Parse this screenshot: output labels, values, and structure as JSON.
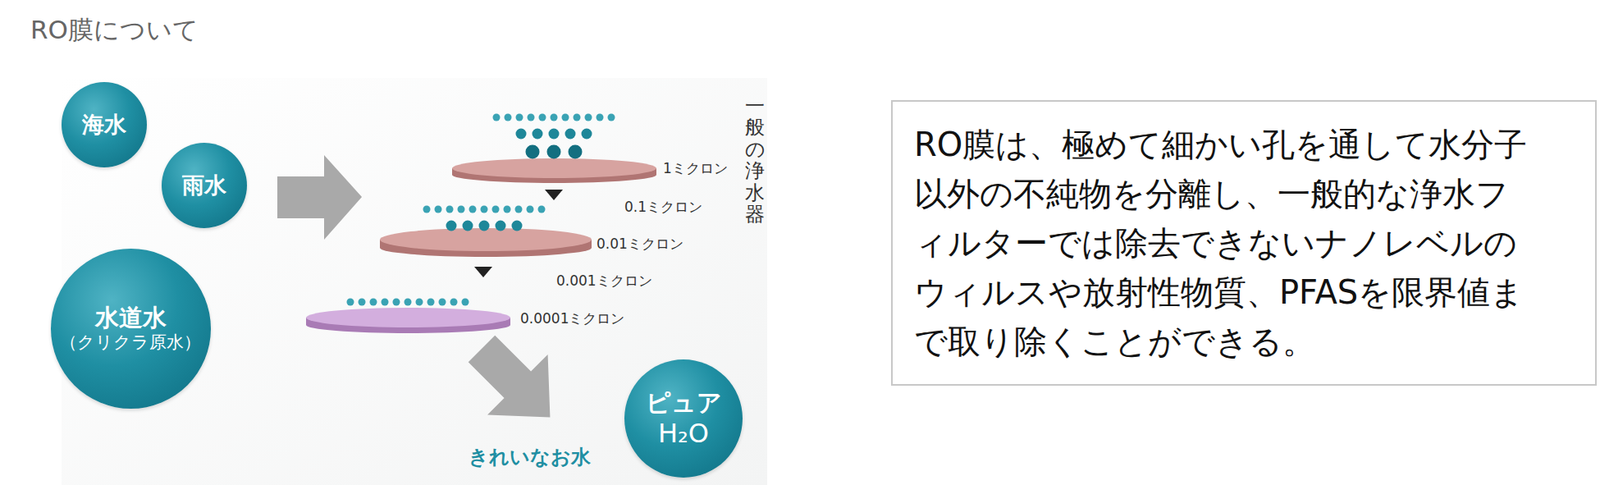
{
  "diagram": {
    "title": "RO膜について",
    "nodes": [
      {
        "text": [
          "海水"
        ]
      },
      {
        "text": [
          "雨水"
        ]
      },
      {
        "text": [
          "水道水",
          "（クリクラ原水）"
        ]
      },
      {
        "text": [
          "ピュア",
          "H₂O"
        ]
      },
      {
        "text": [
          "RO膜は、極めて細かい孔を通して水分子 以外の不純物を分離し、一般的な浄水フ ィルターでは除去できないナノレベルの ウィルスや放射性物質、PFASを限界値ま で取り除くことができる。"
        ]
      }
    ],
    "labels": [
      "1ミクロン",
      "0.1ミクロン",
      "0.01ミクロン",
      "0.001ミクロン",
      "0.0001ミクロン",
      "一般の浄水器",
      "きれいなお水"
    ]
  }
}
